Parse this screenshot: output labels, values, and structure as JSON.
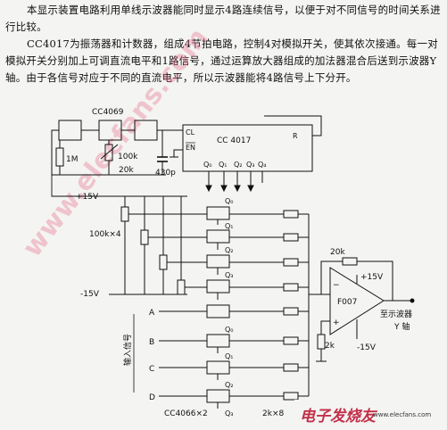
{
  "text": {
    "p1": "本显示装置电路利用单线示波器能同时显示4路连续信号，以便于对不同信号的时间关系进行比较。",
    "p2": "CC4017为振荡器和计数器，组成4节拍电路，控制4对模拟开关，使其依次接通。每一对模拟开关分别加上可调直流电平和1路信号，通过运算放大器组成的加法器混合后送到示波器Y轴。由于各信号对应于不同的直流电平，所以示波器能将4路信号上下分开。"
  },
  "diagram": {
    "osc_ic": "CC4069",
    "counter_ic": "CC 4017",
    "counter_pins": {
      "cl": "CL",
      "en": "EN",
      "r": "R",
      "q0": "Q₀",
      "q1": "Q₁",
      "q2": "Q₂",
      "q3": "Q₃",
      "q4": "Q₄"
    },
    "r_1m": "1M",
    "r_100k": "100k",
    "r_20k": "20k",
    "c_430p": "430p",
    "supply_pos": "+15V",
    "supply_neg": "-15V",
    "pot_array": "100k×4",
    "switch_outputs": [
      "Q₀",
      "Q₁",
      "Q₂",
      "Q₃",
      "Q₀",
      "Q₁",
      "Q₂",
      "Q₃"
    ],
    "inputs": [
      "A",
      "B",
      "C",
      "D"
    ],
    "input_group": "输入信号",
    "switch_ic": "CC4066×2",
    "res_array": "2k×8",
    "fb_res": "20k",
    "op_amp": "F007",
    "op_pos": "+15V",
    "op_neg": "-15V",
    "r_2k": "2k",
    "scope_out_1": "至示波器",
    "scope_out_2": "Y 轴",
    "watermark_logo": "电子发烧友",
    "watermark_url": "www.elecfans.com",
    "watermark_diag": "www.elecfans.com"
  }
}
